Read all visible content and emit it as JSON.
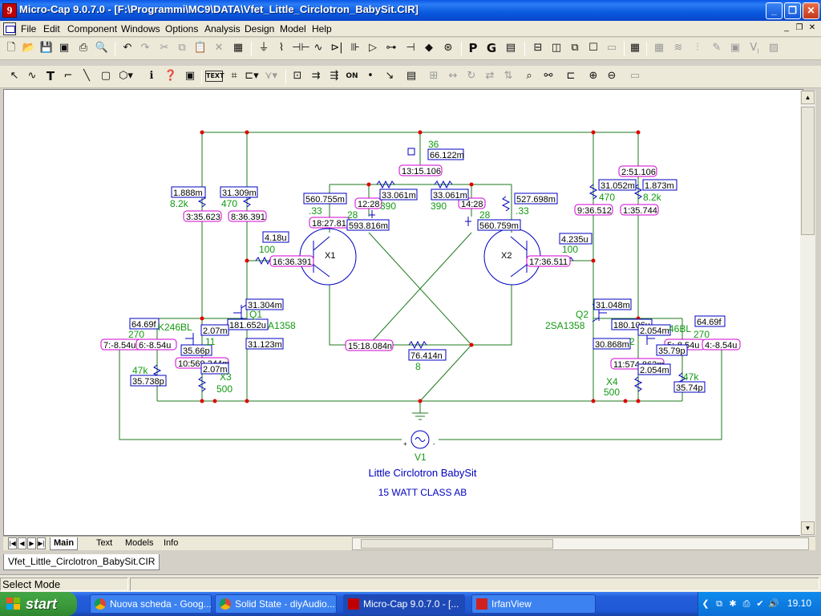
{
  "window": {
    "title": "Micro-Cap 9.0.7.0 - [F:\\Programmi\\MC9\\DATA\\Vfet_Little_Circlotron_BabySit.CIR]",
    "app_icon_letter": "9"
  },
  "menu": [
    "File",
    "Edit",
    "Component",
    "Windows",
    "Options",
    "Analysis",
    "Design",
    "Model",
    "Help"
  ],
  "toolbar": {
    "p_label": "P",
    "g_label": "G",
    "text_tool": "TEXT",
    "on_tool": "ON"
  },
  "schematic": {
    "title": "Little Circlotron BabySit",
    "subtitle": "15 WATT CLASS AB",
    "components": {
      "v1": "V1",
      "x1": "X1",
      "x2": "X2",
      "x3": "X3",
      "x4": "X4",
      "q1": "Q1",
      "q2": "Q2",
      "q2_model": "2SA1358",
      "q1_model": "A1358",
      "j1_model": "K246BL",
      "j2_model": "46BL",
      "r_100_left": "100",
      "r_100_right": "100",
      "r_8": "8",
      "r_390_left": "390",
      "r_390_right": "390",
      "r_33_left": ".33",
      "r_33_right": ".33",
      "c_28_left": "28",
      "c_28_right": "28",
      "c_36": "36",
      "r_82k_left": "8.2k",
      "r_470_left": "470",
      "r_470_right": "470",
      "r_82k_right": "8.2k",
      "r_270_left": "270",
      "r_270_right": "270",
      "r_47k_left": "47k",
      "r_47k_right": "47k",
      "r_500_left": "500",
      "r_500_right": "500",
      "r_11": "11",
      "r_2": "2"
    },
    "voltages": {
      "n13": "13:15.106",
      "n3": "3:35.623",
      "n8": "8:36.391",
      "n18": "18:27.815",
      "n12": "12:28",
      "n14": "14:28",
      "n16": "16:36.391",
      "n15": "15:18.084n",
      "n17": "17:36.511",
      "n9": "9:36.512",
      "n1": "1:35.744",
      "n2": "2:51.106",
      "n7": "7:-8.54u",
      "n6": "6:-8.54u",
      "n10": "10:569.344m",
      "n11": "11:574.862m",
      "n5": "5:-8.54u",
      "n4": "4:-8.54u"
    },
    "currents": {
      "i_66m": "66.122m",
      "i_1888m": "1.888m",
      "i_31309m": "31.309m",
      "i_560755m": "560.755m",
      "i_33061m_a": "33.061m",
      "i_33061m_b": "33.061m",
      "i_527698m": "527.698m",
      "i_31052m": "31.052m",
      "i_1873m": "1.873m",
      "i_593816m": "593.816m",
      "i_560759m": "560.759m",
      "i_418u": "4.18u",
      "i_4235u": "4.235u",
      "i_31304m": "31.304m",
      "i_181652u": "181.652u",
      "i_31123m": "31.123m",
      "i_6469f_l": "64.69f",
      "i_207m_a": "2.07m",
      "i_3566p": "35.66p",
      "i_207m_b": "2.07m",
      "i_35738p": "35.738p",
      "i_76414n": "76.414n",
      "i_31048m": "31.048m",
      "i_180106u": "180.106u",
      "i_2054m_a": "2.054m",
      "i_6469f_r": "64.69f",
      "i_30868m": "30.868m",
      "i_3579p": "35.79p",
      "i_2054m_b": "2.054m",
      "i_3574p": "35.74p"
    }
  },
  "sheet_tabs": [
    "Main",
    "Text",
    "Models",
    "Info"
  ],
  "file_tab": "Vfet_Little_Circlotron_BabySit.CIR",
  "status": {
    "mode": "Select Mode"
  },
  "taskbar": {
    "start": "start",
    "tasks": [
      "Nuova scheda - Goog...",
      "Solid State - diyAudio...",
      "Micro-Cap 9.0.7.0 - [...",
      "IrfanView"
    ],
    "clock": "19.10"
  },
  "colors": {
    "wire": "#1e7a1e",
    "node": "#e00000",
    "voltage_border": "#d000d0",
    "current_border": "#0000c0",
    "component": "#0000c0",
    "component_text": "#119a11"
  }
}
